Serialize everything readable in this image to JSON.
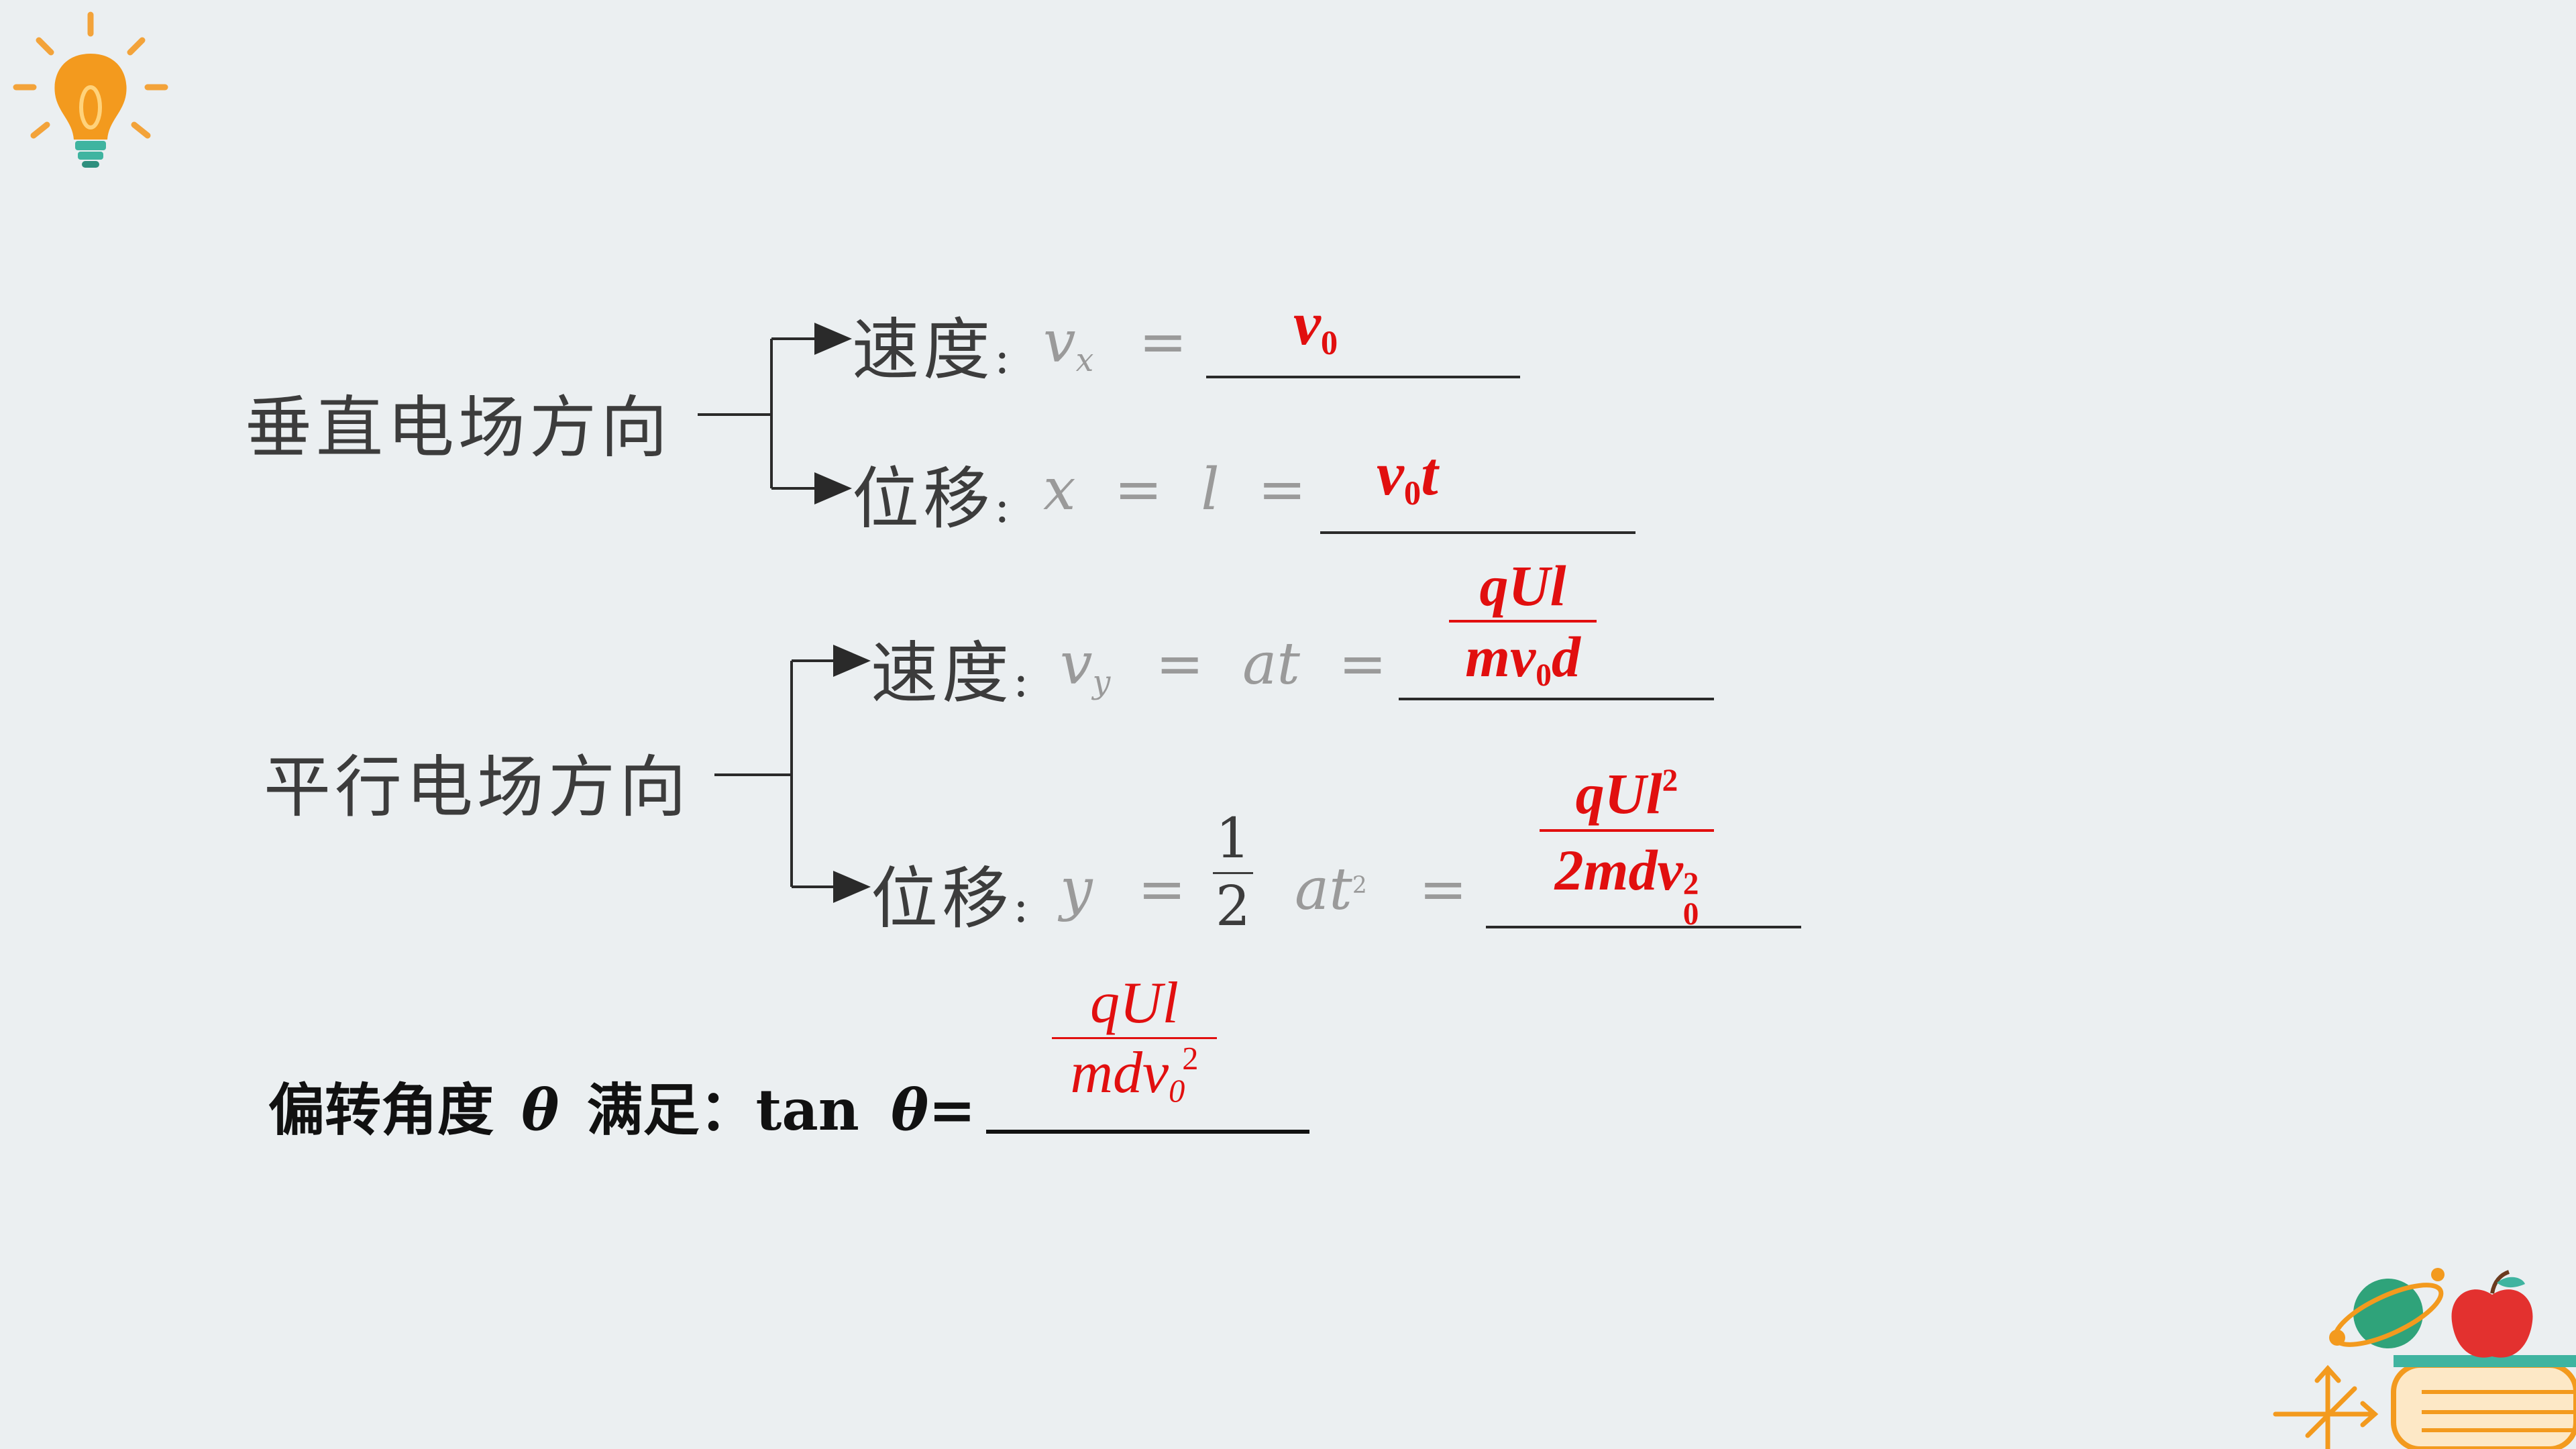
{
  "rows": {
    "r1": {
      "label": "速度",
      "colon": ":",
      "var": "v",
      "var_sub": "x",
      "eq": "=",
      "answer_main": "v",
      "answer_sub": "0"
    },
    "r2": {
      "label": "位移",
      "colon": ":",
      "var": "x",
      "eq1": "=",
      "var2": "l",
      "eq2": "=",
      "answer_main": "v",
      "answer_sub": "0",
      "answer_tail": "t"
    },
    "r3": {
      "label": "速度",
      "colon": ":",
      "var": "v",
      "var_sub": "y",
      "eq1": "=",
      "mid": "at",
      "eq2": "=",
      "num": "qUl",
      "den_a": "mv",
      "den_sub": "0",
      "den_b": "d"
    },
    "r4": {
      "label": "位移",
      "colon": ":",
      "var": "y",
      "eq1": "=",
      "half_num": "1",
      "half_den": "2",
      "mid": "at",
      "mid_sup": "2",
      "eq2": "=",
      "num_a": "qUl",
      "num_sup": "2",
      "den_a": "2mdv",
      "den_sup": "2",
      "den_sub": "0"
    }
  },
  "groups": {
    "perpendicular": "垂直电场方向",
    "parallel": "平行电场方向"
  },
  "deflection": {
    "label": "偏转角度",
    "theta": "θ",
    "satisfy": "满足：tan",
    "theta2": "θ",
    "eq": "=",
    "num": "qUl",
    "den_a": "mdv",
    "den_sub": "0",
    "den_sup": "2"
  },
  "icons": {
    "bulb": "light-bulb-icon",
    "decor": "planet-apple-books-icon"
  },
  "colors": {
    "answer": "#e10f0f",
    "background": "#ebeff1",
    "bulb": "#f39a1e"
  }
}
